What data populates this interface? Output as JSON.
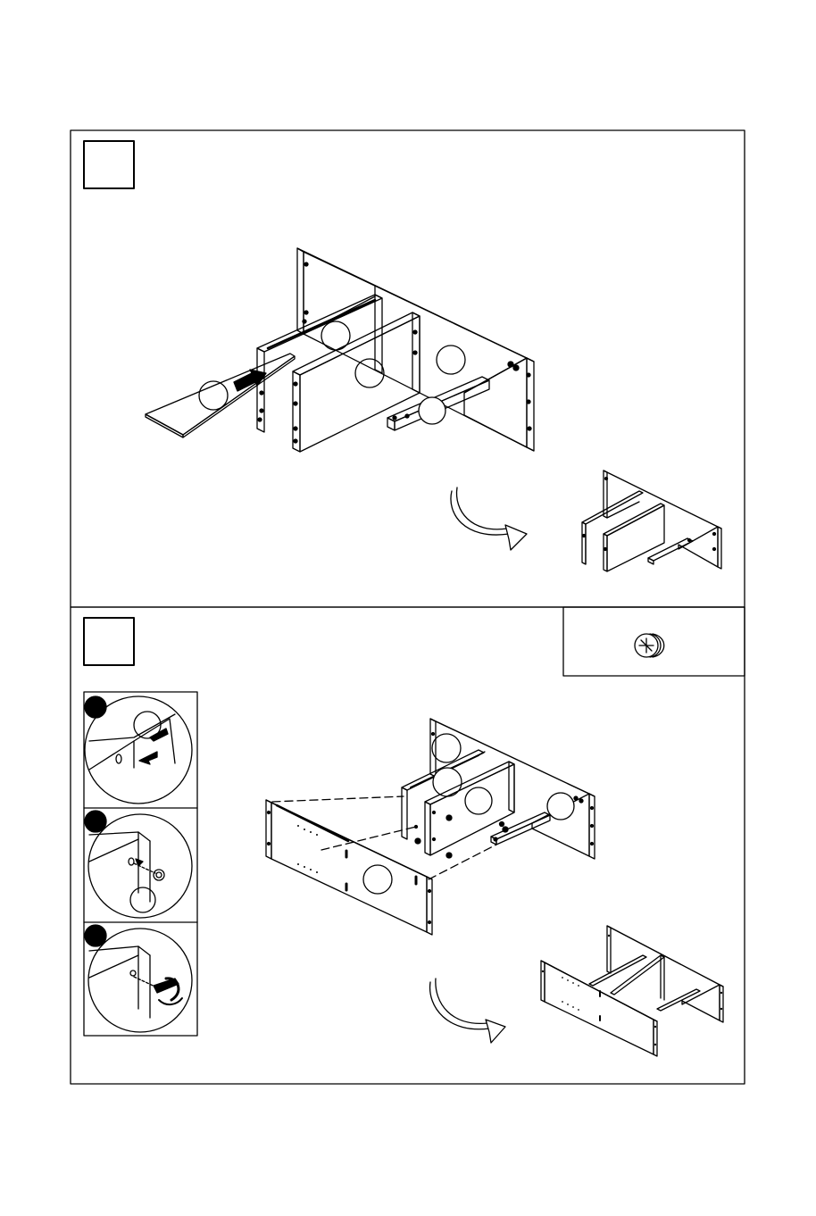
{
  "document": {
    "type": "assembly-instructions",
    "steps": [
      {
        "id": "step-1",
        "number": ""
      },
      {
        "id": "step-2",
        "number": ""
      }
    ],
    "detail_views": [
      {
        "id": "detail-1",
        "marker": ""
      },
      {
        "id": "detail-2",
        "marker": ""
      },
      {
        "id": "detail-3",
        "marker": ""
      }
    ],
    "part_callouts": [],
    "hardware_box": {
      "label": "",
      "icon": "cam-lock-icon"
    },
    "colors": {
      "line": "#000000",
      "paper": "#ffffff"
    }
  }
}
